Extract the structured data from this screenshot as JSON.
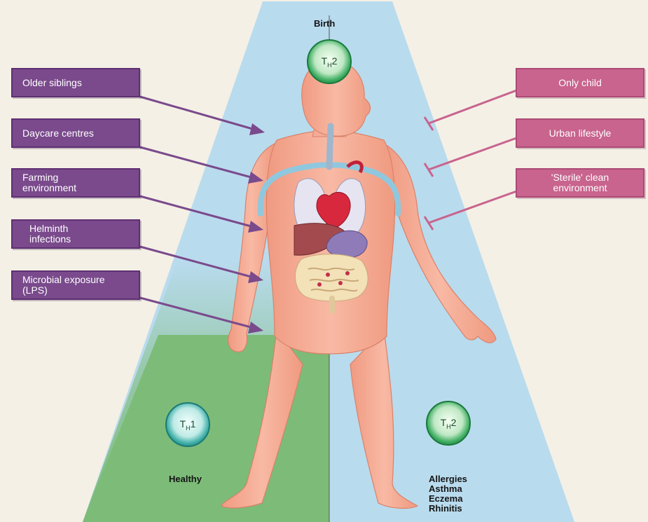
{
  "stage": {
    "top": "Birth",
    "bottom_left": "Healthy",
    "bottom_right": [
      "Allergies",
      "Asthma",
      "Eczema",
      "Rhinitis"
    ]
  },
  "cells": {
    "top": {
      "main": "T",
      "sub": "H",
      "num": "2"
    },
    "bottom_left": {
      "main": "T",
      "sub": "H",
      "num": "1"
    },
    "bottom_right": {
      "main": "T",
      "sub": "H",
      "num": "2"
    }
  },
  "left_factors": [
    "Older siblings",
    "Daycare centres",
    "Farming environment",
    "Helminth infections",
    "Microbial exposure (LPS)"
  ],
  "right_factors": [
    "Only child",
    "Urban lifestyle",
    "'Sterile' clean environment"
  ],
  "colors": {
    "left_box": "#7a4a8c",
    "right_box": "#c8648e",
    "path_blue": "#b9dbee",
    "path_green": "#7dbb78",
    "skin": "#f2a58d",
    "cell_green": "#5fbf7a",
    "cell_teal": "#52b8b0"
  }
}
